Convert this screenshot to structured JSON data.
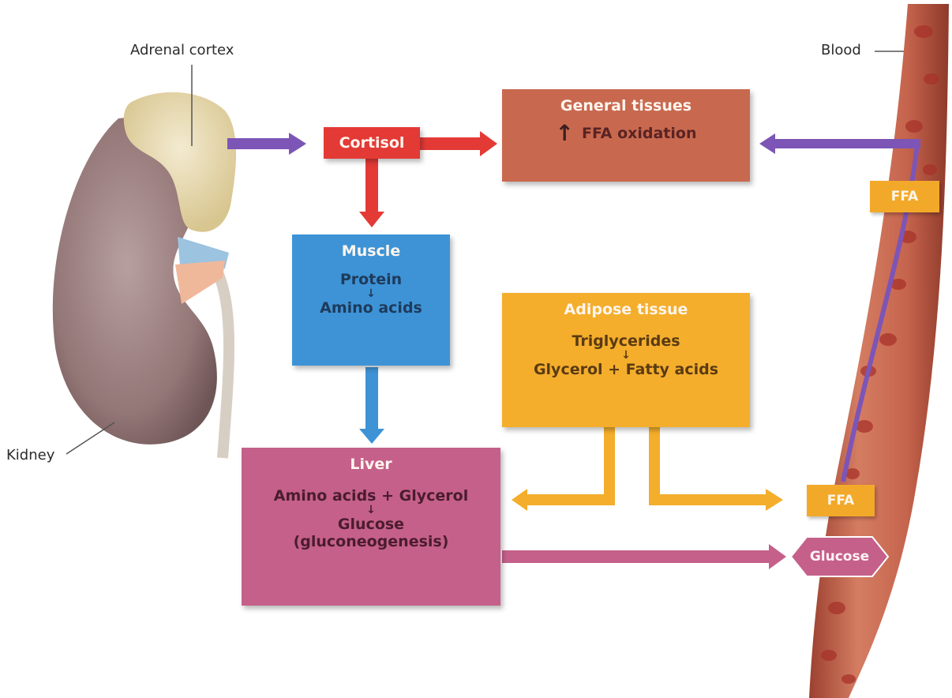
{
  "labels": {
    "adrenal_cortex": "Adrenal cortex",
    "kidney": "Kidney",
    "blood": "Blood"
  },
  "cortisol": {
    "label": "Cortisol",
    "color": "#e33a36"
  },
  "general_tissues": {
    "title": "General tissues",
    "arrow": "↑",
    "line": "FFA oxidation",
    "color": "#c8694f"
  },
  "muscle": {
    "title": "Muscle",
    "line1": "Protein",
    "arrow": "↓",
    "line2": "Amino acids",
    "color": "#3d93d6"
  },
  "adipose": {
    "title": "Adipose tissue",
    "line1": "Triglycerides",
    "arrow": "↓",
    "line2": "Glycerol + Fatty acids",
    "color": "#f4ae2c"
  },
  "liver": {
    "title": "Liver",
    "line1": "Amino acids + Glycerol",
    "arrow": "↓",
    "line2": "Glucose",
    "line3": "(gluconeogenesis)",
    "color": "#c5608a"
  },
  "tags": {
    "ffa_top": "FFA",
    "ffa_bottom": "FFA",
    "glucose": "Glucose"
  },
  "colors": {
    "purple_arrow": "#7c55b6",
    "red_arrow": "#e33a36",
    "blue_arrow": "#3d93d6",
    "orange_arrow": "#f4ae2c",
    "pink_arrow": "#c5608a",
    "vessel": "#b9553f",
    "kidney": "#9b7f80",
    "adrenal": "#e9dcb0"
  }
}
